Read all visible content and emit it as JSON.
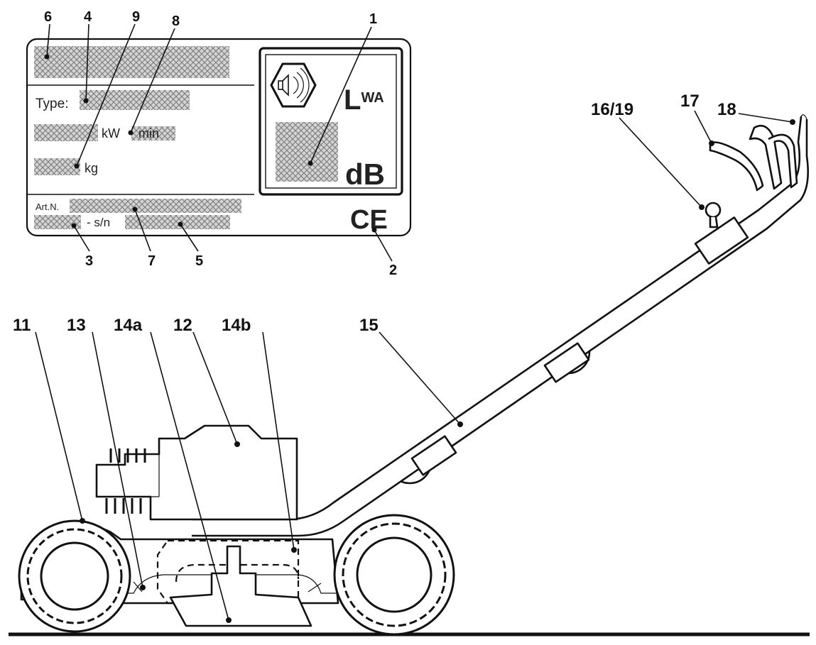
{
  "plate": {
    "type_label": "Type:",
    "power_unit": "kW",
    "speed_unit": "min",
    "mass_unit": "kg",
    "art_label": "Art.N.",
    "serial_label": "- s/n",
    "sound_symbol_main": "L",
    "sound_symbol_sub": "WA",
    "sound_unit": "dB",
    "ce_mark": "CE"
  },
  "callouts": {
    "c1": "1",
    "c2": "2",
    "c3": "3",
    "c4": "4",
    "c5": "5",
    "c6": "6",
    "c7": "7",
    "c8": "8",
    "c9": "9",
    "c11": "11",
    "c12": "12",
    "c13": "13",
    "c14a": "14a",
    "c14b": "14b",
    "c15": "15",
    "c16_19": "16/19",
    "c17": "17",
    "c18": "18"
  },
  "colors": {
    "ink": "#111111",
    "hatch": "#8a8a8a",
    "background": "#ffffff"
  },
  "icons": [
    "speaker-icon",
    "ce-mark-icon"
  ]
}
